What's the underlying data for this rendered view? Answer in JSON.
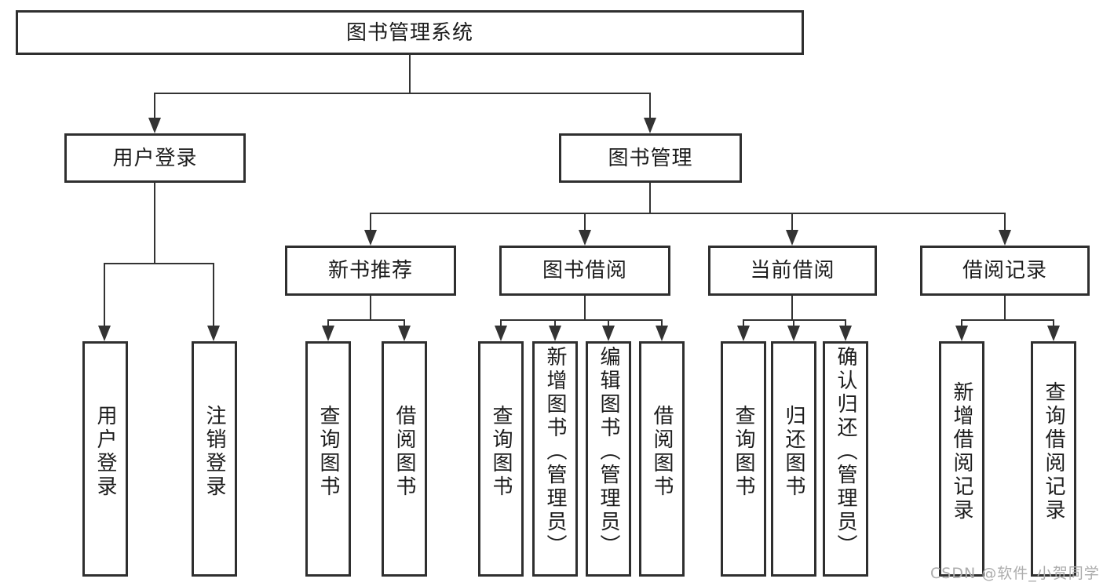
{
  "tree": {
    "root": {
      "label": "图书管理系统"
    },
    "branches": [
      {
        "label": "用户登录",
        "children": [
          {
            "label": "用户登录"
          },
          {
            "label": "注销登录"
          }
        ]
      },
      {
        "label": "图书管理",
        "children": [
          {
            "label": "新书推荐",
            "children": [
              {
                "label": "查询图书"
              },
              {
                "label": "借阅图书"
              }
            ]
          },
          {
            "label": "图书借阅",
            "children": [
              {
                "label": "查询图书"
              },
              {
                "label": "新增图书（管理员）"
              },
              {
                "label": "编辑图书（管理员）"
              },
              {
                "label": "借阅图书"
              }
            ]
          },
          {
            "label": "当前借阅",
            "children": [
              {
                "label": "查询图书"
              },
              {
                "label": "归还图书"
              },
              {
                "label": "确认归还（管理员）"
              }
            ]
          },
          {
            "label": "借阅记录",
            "children": [
              {
                "label": "新增借阅记录"
              },
              {
                "label": "查询借阅记录"
              }
            ]
          }
        ]
      }
    ]
  },
  "watermark": "CSDN @软件_小贺同学",
  "colors": {
    "line": "#333333",
    "box_border": "#2f2f2f",
    "text": "#1c1c1c",
    "watermark": "#acacac",
    "background": "#ffffff"
  }
}
